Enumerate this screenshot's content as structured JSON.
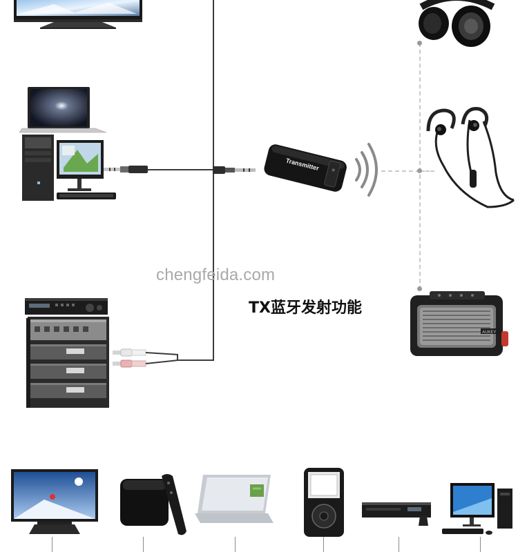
{
  "watermark": {
    "text": "chengfeida.com"
  },
  "caption": {
    "text": "TX蓝牙发射功能"
  },
  "transmitter": {
    "label": "Transmitter"
  },
  "speaker": {
    "brand": "AUKEY"
  },
  "colors": {
    "wire": "#3a3a3a",
    "dashed_link": "#c9c9c9",
    "watermark": "#a9a9a9",
    "caption": "#111111"
  },
  "icons": {
    "left": [
      "tv-icon",
      "laptop-icon",
      "desktop-pc-icon",
      "av-receiver-icon",
      "amplifier-rack-icon"
    ],
    "right": [
      "headphones-icon",
      "earphones-icon",
      "bluetooth-speaker-icon"
    ],
    "bottom": [
      "tv-icon",
      "tv-box-remote-icon",
      "laptop-icon",
      "mp3-player-icon",
      "dvd-player-icon",
      "desktop-pc-icon"
    ]
  }
}
